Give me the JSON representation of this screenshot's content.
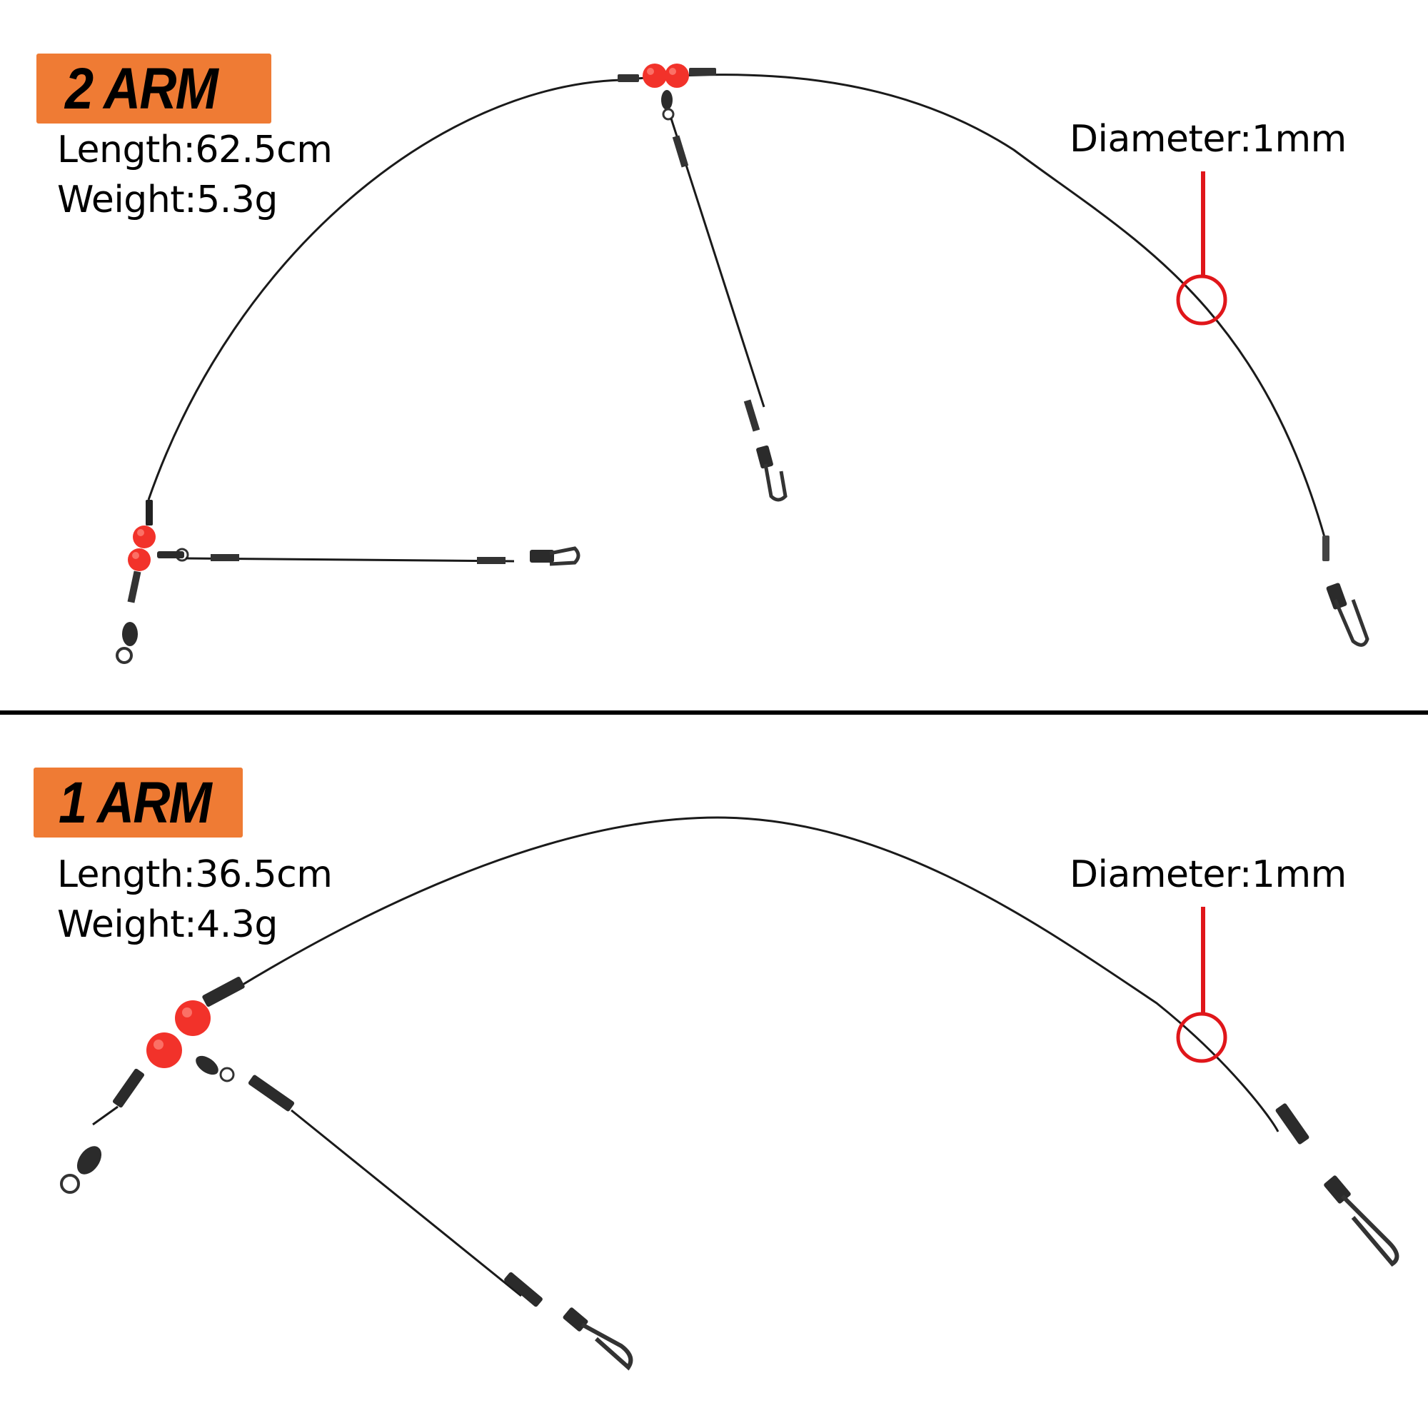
{
  "two_arm": {
    "badge": "2 ARM",
    "length": "Length:62.5cm",
    "weight": "Weight:5.3g",
    "diameter": "Diameter:1mm"
  },
  "one_arm": {
    "badge": "1 ARM",
    "length": "Length:36.5cm",
    "weight": "Weight:4.3g",
    "diameter": "Diameter:1mm"
  },
  "colors": {
    "badge": "#ef7b34",
    "bead": "#f2322a",
    "marker": "#e0161a",
    "wire": "#1a1a1a"
  }
}
